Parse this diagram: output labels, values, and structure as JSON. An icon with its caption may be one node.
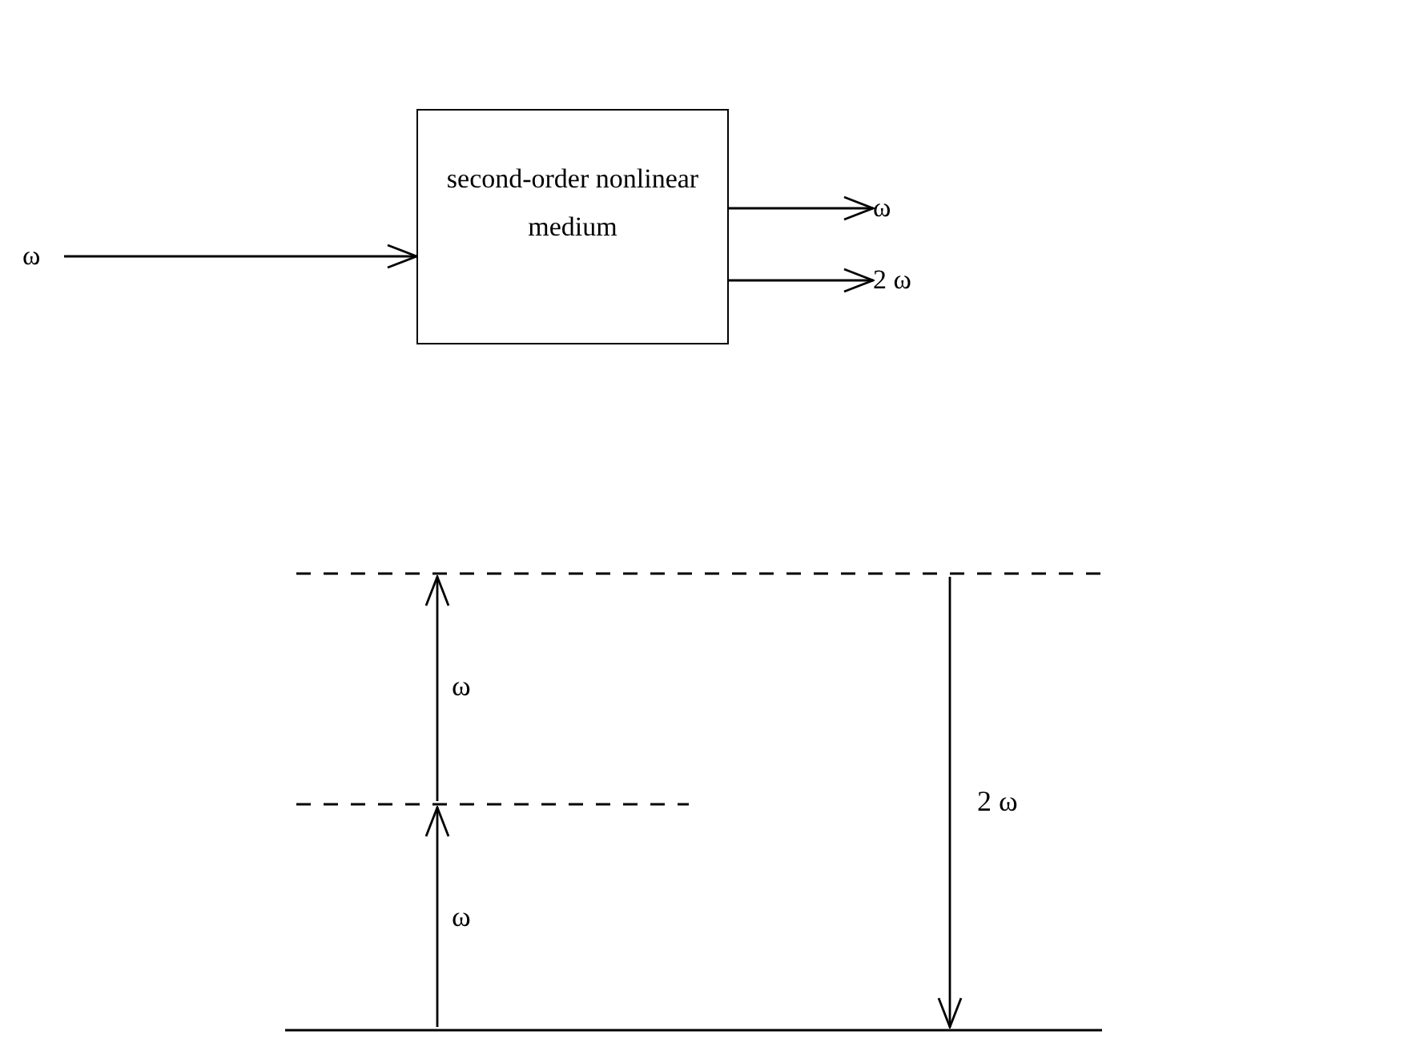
{
  "diagram": {
    "nodes": [
      {
        "text": [
          "ω"
        ]
      },
      {
        "text": [
          "second-order nonlinear medium"
        ]
      },
      {
        "text": [
          "ω"
        ]
      },
      {
        "text": [
          "2 ω"
        ]
      },
      {
        "text": [],
        "shape": "line"
      },
      {
        "text": [],
        "shape": "line"
      },
      {
        "text": [],
        "shape": "line"
      }
    ],
    "edges": [
      {
        "from": 0,
        "to": 1,
        "arrow": "to"
      },
      {
        "from": 1,
        "to": 2,
        "arrow": "to"
      },
      {
        "from": 1,
        "to": 3,
        "arrow": "to"
      },
      {
        "from": 6,
        "to": 5,
        "arrow": "to",
        "label": "ω"
      },
      {
        "from": 5,
        "to": 4,
        "arrow": "to",
        "label": "ω"
      },
      {
        "from": 4,
        "to": 6,
        "arrow": "to",
        "label": "2 ω"
      }
    ]
  }
}
